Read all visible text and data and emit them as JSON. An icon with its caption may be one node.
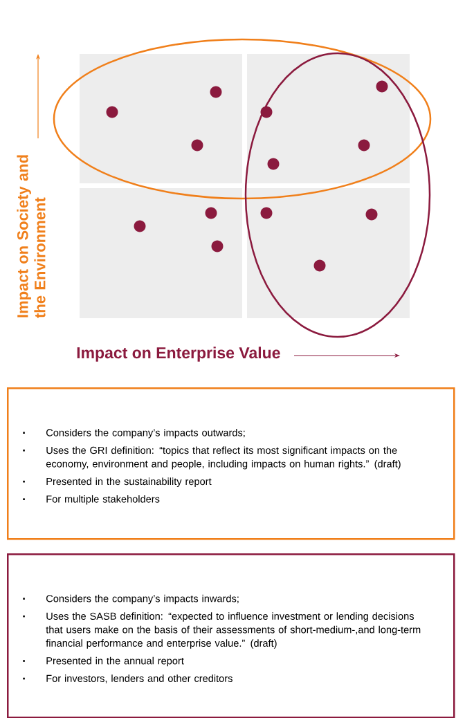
{
  "diagram": {
    "nodes": [
      {
        "text": [
          "Considers the company’s impacts outwards;",
          "Uses the GRI definition: “topics that reflect its most significant impacts on the economy, environment and people, including impacts on human rights.” (draft)",
          "Presented in the sustainability report",
          "For multiple stakeholders"
        ]
      },
      {
        "text": [
          "Considers  the company’s impacts inwards;",
          "Uses the SASB definition: “expected to influence investment or lending decisions that users make on the basis of their assessments of short-medium-,and long-term financial performance and enterprise value.” (draft)",
          "Presented in the annual report",
          "For investors, lenders and other creditors"
        ]
      }
    ],
    "labels": [
      "Impact on Society and the Environment",
      "Impact on Enterprise Value"
    ]
  }
}
